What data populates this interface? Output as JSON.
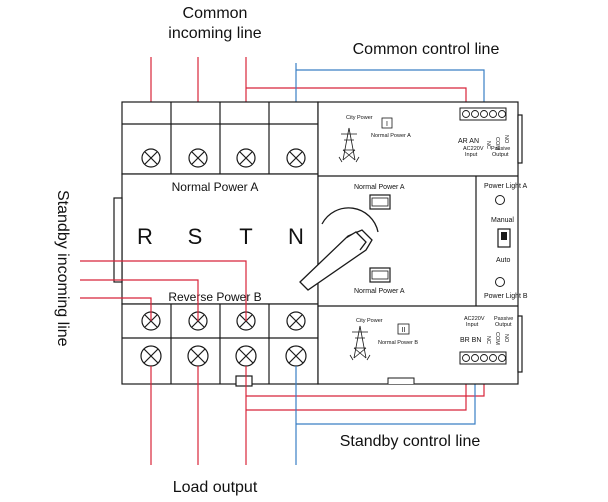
{
  "labels": {
    "common_incoming_l1": "Common",
    "common_incoming_l2": "incoming line",
    "common_control": "Common control line",
    "standby_incoming": "Standby incoming line",
    "standby_control": "Standby control line",
    "load_output": "Load output",
    "normal_power_a": "Normal Power A",
    "reverse_power_b": "Reverse Power B"
  },
  "phases": [
    "R",
    "S",
    "T",
    "N"
  ],
  "controller": {
    "normal_power_a_top": "Normal Power A",
    "normal_power_a_bottom": "Normal Power A",
    "power_light_a": "Power Light A",
    "power_light_b": "Power Light B",
    "manual": "Manual",
    "auto": "Auto"
  },
  "module_a": {
    "city_power": "City Power",
    "roman": "I",
    "normal_power": "Normal Power A",
    "terminals_l1": "AR AN",
    "terminals_l2": "AC220V",
    "terminals_l3": "Input",
    "no": "NO",
    "com": "COM",
    "nc": "NC",
    "passive": "Passive",
    "output": "Output"
  },
  "module_b": {
    "city_power": "City Power",
    "roman": "II",
    "normal_power": "Normal Power B",
    "ac_l1": "AC220V",
    "ac_l2": "Input",
    "terminals": "BR  BN",
    "passive": "Passive",
    "output": "Output",
    "nc": "NC",
    "com": "COM",
    "no": "NO"
  },
  "colors": {
    "red": "#d8243a",
    "blue": "#3a7fc4",
    "outline": "#1a1a1a"
  }
}
